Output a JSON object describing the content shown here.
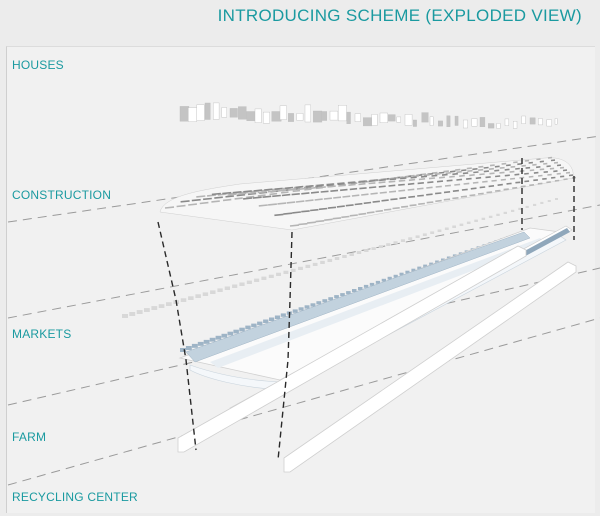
{
  "title": "INTRODUCING SCHEME (EXPLODED VIEW)",
  "layers": [
    {
      "key": "houses",
      "label": "HOUSES"
    },
    {
      "key": "construction",
      "label": "CONSTRUCTION"
    },
    {
      "key": "markets",
      "label": "MARKETS"
    },
    {
      "key": "farm",
      "label": "FARM"
    },
    {
      "key": "recycling_center",
      "label": "RECYCLING CENTER"
    }
  ],
  "colors": {
    "accent": "#1a9aa0",
    "guide_line": "#9a9a9a",
    "leg_line": "#2a2a2a",
    "band_blue": "#a8bccc",
    "slab_face": "#ffffff",
    "house_shade": "#c4c4c4"
  }
}
